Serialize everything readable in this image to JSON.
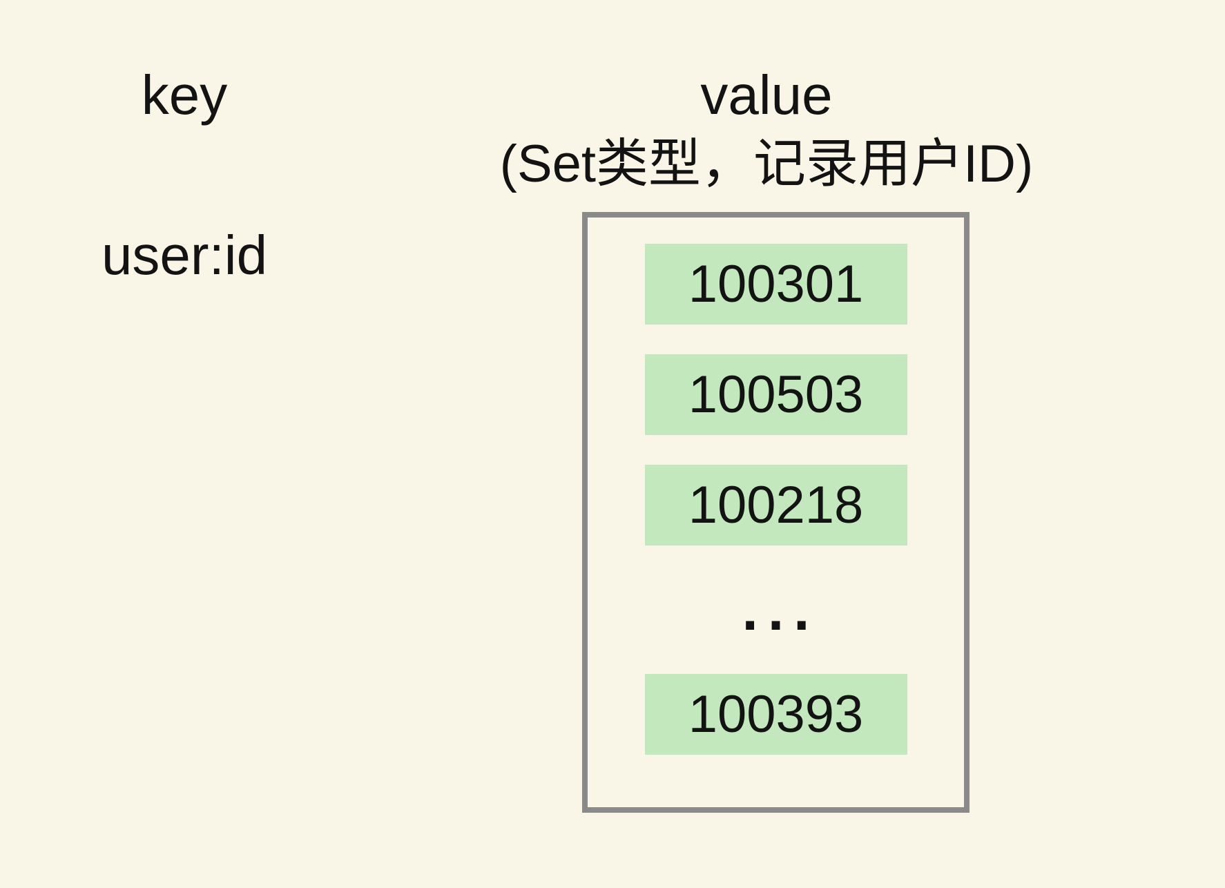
{
  "colors": {
    "background": "#f9f6e7",
    "member_cell": "#c4e8bd",
    "box_border": "#8a8a8a",
    "text": "#131313"
  },
  "key_column": {
    "header": "key",
    "key_name": "user:id"
  },
  "value_column": {
    "header": "value",
    "subtitle": "(Set类型，记录用户ID)"
  },
  "set_box": {
    "members": [
      "100301",
      "100503",
      "100218",
      "100393"
    ],
    "ellipsis": "..."
  }
}
